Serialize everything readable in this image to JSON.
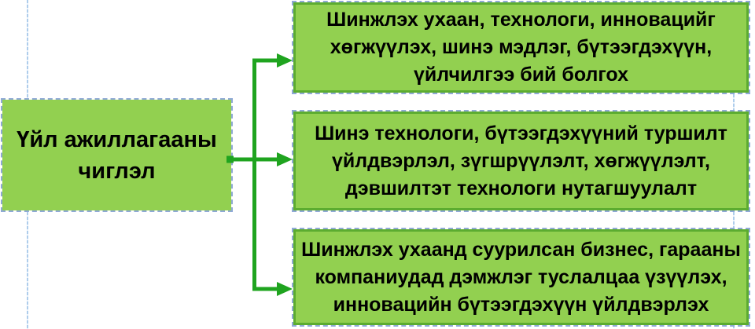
{
  "diagram": {
    "root": {
      "label": "Үйл ажиллагааны\nчиглэл"
    },
    "branches": [
      {
        "label": "Шинжлэх ухаан, технологи, инновацийг\nхөгжүүлэх, шинэ мэдлэг, бүтээгдэхүүн,\nүйлчилгээ бий болгох"
      },
      {
        "label": "Шинэ технологи, бүтээгдэхүүний туршилт\nүйлдвэрлэл, зүгшрүүлэлт, хөгжүүлэлт,\nдэвшилтэт технологи нутагшуулалт"
      },
      {
        "label": "Шинжлэх ухаанд суурилсан бизнес, гарааны\nкомпаниудад дэмжлэг туслалцаа үзүүлэх,\nинновацийн бүтээгдэхүүн үйлдвэрлэх"
      }
    ],
    "colors": {
      "box_fill": "#92D050",
      "box_border": "#5CAC30",
      "arrow": "#1FA41F",
      "selection_dash": "#8FA9D6",
      "guide_line": "#AECDEC",
      "text": "#000000"
    }
  }
}
